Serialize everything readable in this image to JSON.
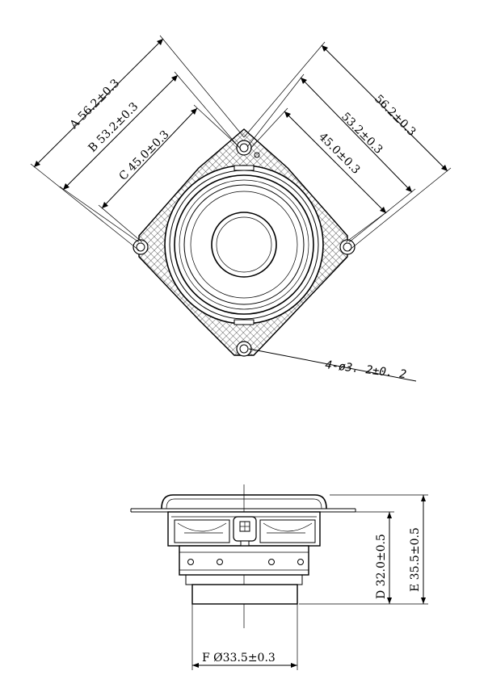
{
  "top_view": {
    "dim_a": "A 56.2±0.3",
    "dim_b": "B 53.2±0.3",
    "dim_c": "C 45.0±0.3",
    "dim_right_outer": "56.2±0.3",
    "dim_right_middle": "53.2±0.3",
    "dim_right_inner": "45.0±0.3",
    "mounting_holes": "4-ø3. 2±0. 2"
  },
  "side_view": {
    "dim_d": "D 32.0±0.5",
    "dim_e": "E 35.5±0.5",
    "dim_f": "F Ø33.5±0.3"
  }
}
